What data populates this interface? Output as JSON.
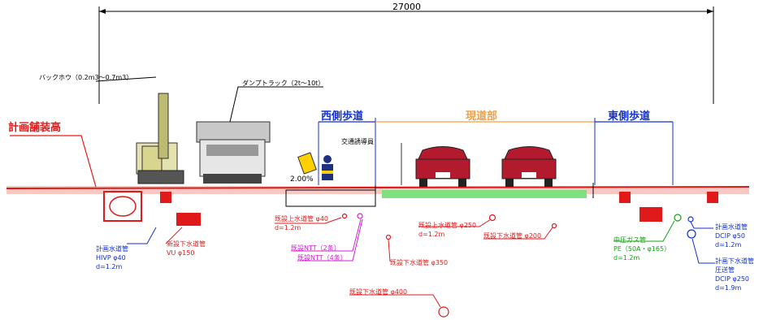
{
  "dimension": {
    "total": "27000"
  },
  "labels": {
    "plan_pavement_height": "計画舗装高",
    "backhoe": "バックホウ（0.2m3～0.7m3）",
    "dump_truck": "ダンプトラック（2t～10t）",
    "west_sidewalk": "西側歩道",
    "current_road": "現道部",
    "east_sidewalk": "東側歩道",
    "traffic_guard": "交通誘導員",
    "slope": "2.00%"
  },
  "pipes": {
    "plan_water": "計画水道管\nHIVP φ40\nd=1.2m",
    "new_sewer": "新設下水道管\nVU φ150",
    "existing_water_40": "既設上水道管 φ40\nd=1.2m",
    "existing_ntt_2": "既設NTT（2条）",
    "existing_ntt_4": "既設NTT（4条）",
    "existing_sewer_350": "既設下水道管 φ350",
    "existing_water_250": "既設上水道管 φ250\nd=1.2m",
    "existing_sewer_200": "既設下水道管 φ200",
    "existing_sewer_400": "既設下水道管 φ400",
    "gas": "中圧ガス管\nPE（50A・φ165）\nd=1.2m",
    "plan_water_east": "計画水道管\nDCIP φ50\nd=1.2m",
    "plan_sewer_east": "計画下水道管\n圧送管\nDCIP φ250\nd=1.9m"
  },
  "colors": {
    "red": "#e01a1a",
    "blue": "#1030d0",
    "orange": "#f0a040",
    "pink": "#f7c9c2",
    "green": "#7fe07f",
    "magenta": "#d020d0"
  }
}
